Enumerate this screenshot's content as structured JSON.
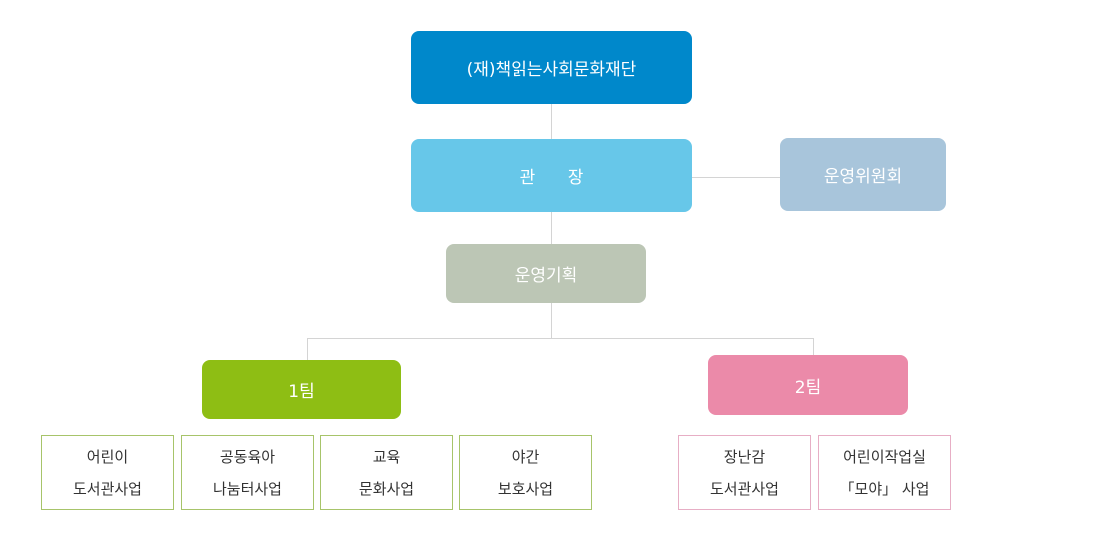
{
  "colors": {
    "foundation": "#0088cb",
    "director": "#67c7e9",
    "committee": "#a8c5db",
    "planning": "#bcc6b5",
    "team1": "#8ebe14",
    "team2": "#eb8aa9",
    "team1_border": "#a7c46a",
    "team2_border": "#e7aec5",
    "connector": "#d4d4d4"
  },
  "foundation": {
    "label": "(재)책읽는사회문화재단"
  },
  "director": {
    "label": "관      장"
  },
  "committee": {
    "label": "운영위원회"
  },
  "planning": {
    "label": "운영기획"
  },
  "team1": {
    "label": "1팀",
    "units": [
      {
        "line1": "어린이",
        "line2": "도서관사업"
      },
      {
        "line1": "공동육아",
        "line2": "나눔터사업"
      },
      {
        "line1": "교육",
        "line2": "문화사업"
      },
      {
        "line1": "야간",
        "line2": "보호사업"
      }
    ]
  },
  "team2": {
    "label": "2팀",
    "units": [
      {
        "line1": "장난감",
        "line2": "도서관사업"
      },
      {
        "line1": "어린이작업실",
        "line2": "「모야」 사업"
      }
    ]
  }
}
